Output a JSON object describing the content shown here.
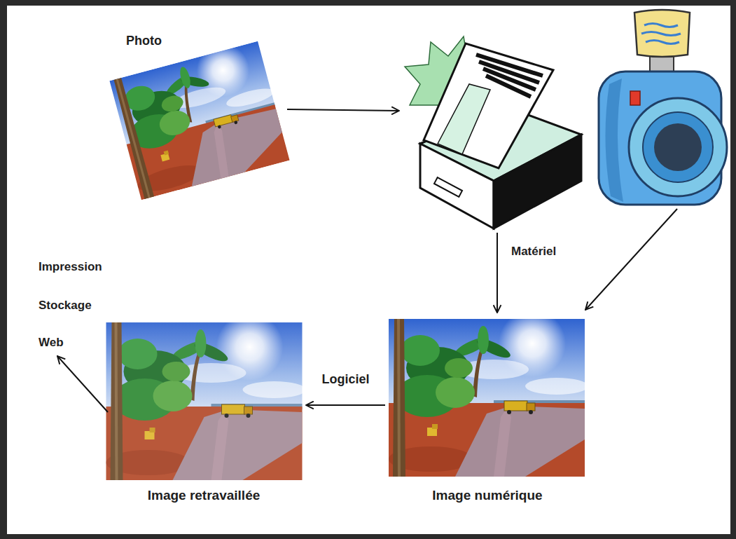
{
  "diagram": {
    "nodes": [
      {
        "text": [
          "Photo"
        ]
      },
      {
        "text": [
          "Image numérique"
        ]
      },
      {
        "text": [
          "Image retravaillée"
        ]
      }
    ],
    "edges": [
      {
        "from": 1,
        "to": 2,
        "label": "Logiciel",
        "arrow": "to"
      }
    ],
    "labels": [
      "Matériel",
      "Impression",
      "Stockage",
      "Web"
    ]
  }
}
